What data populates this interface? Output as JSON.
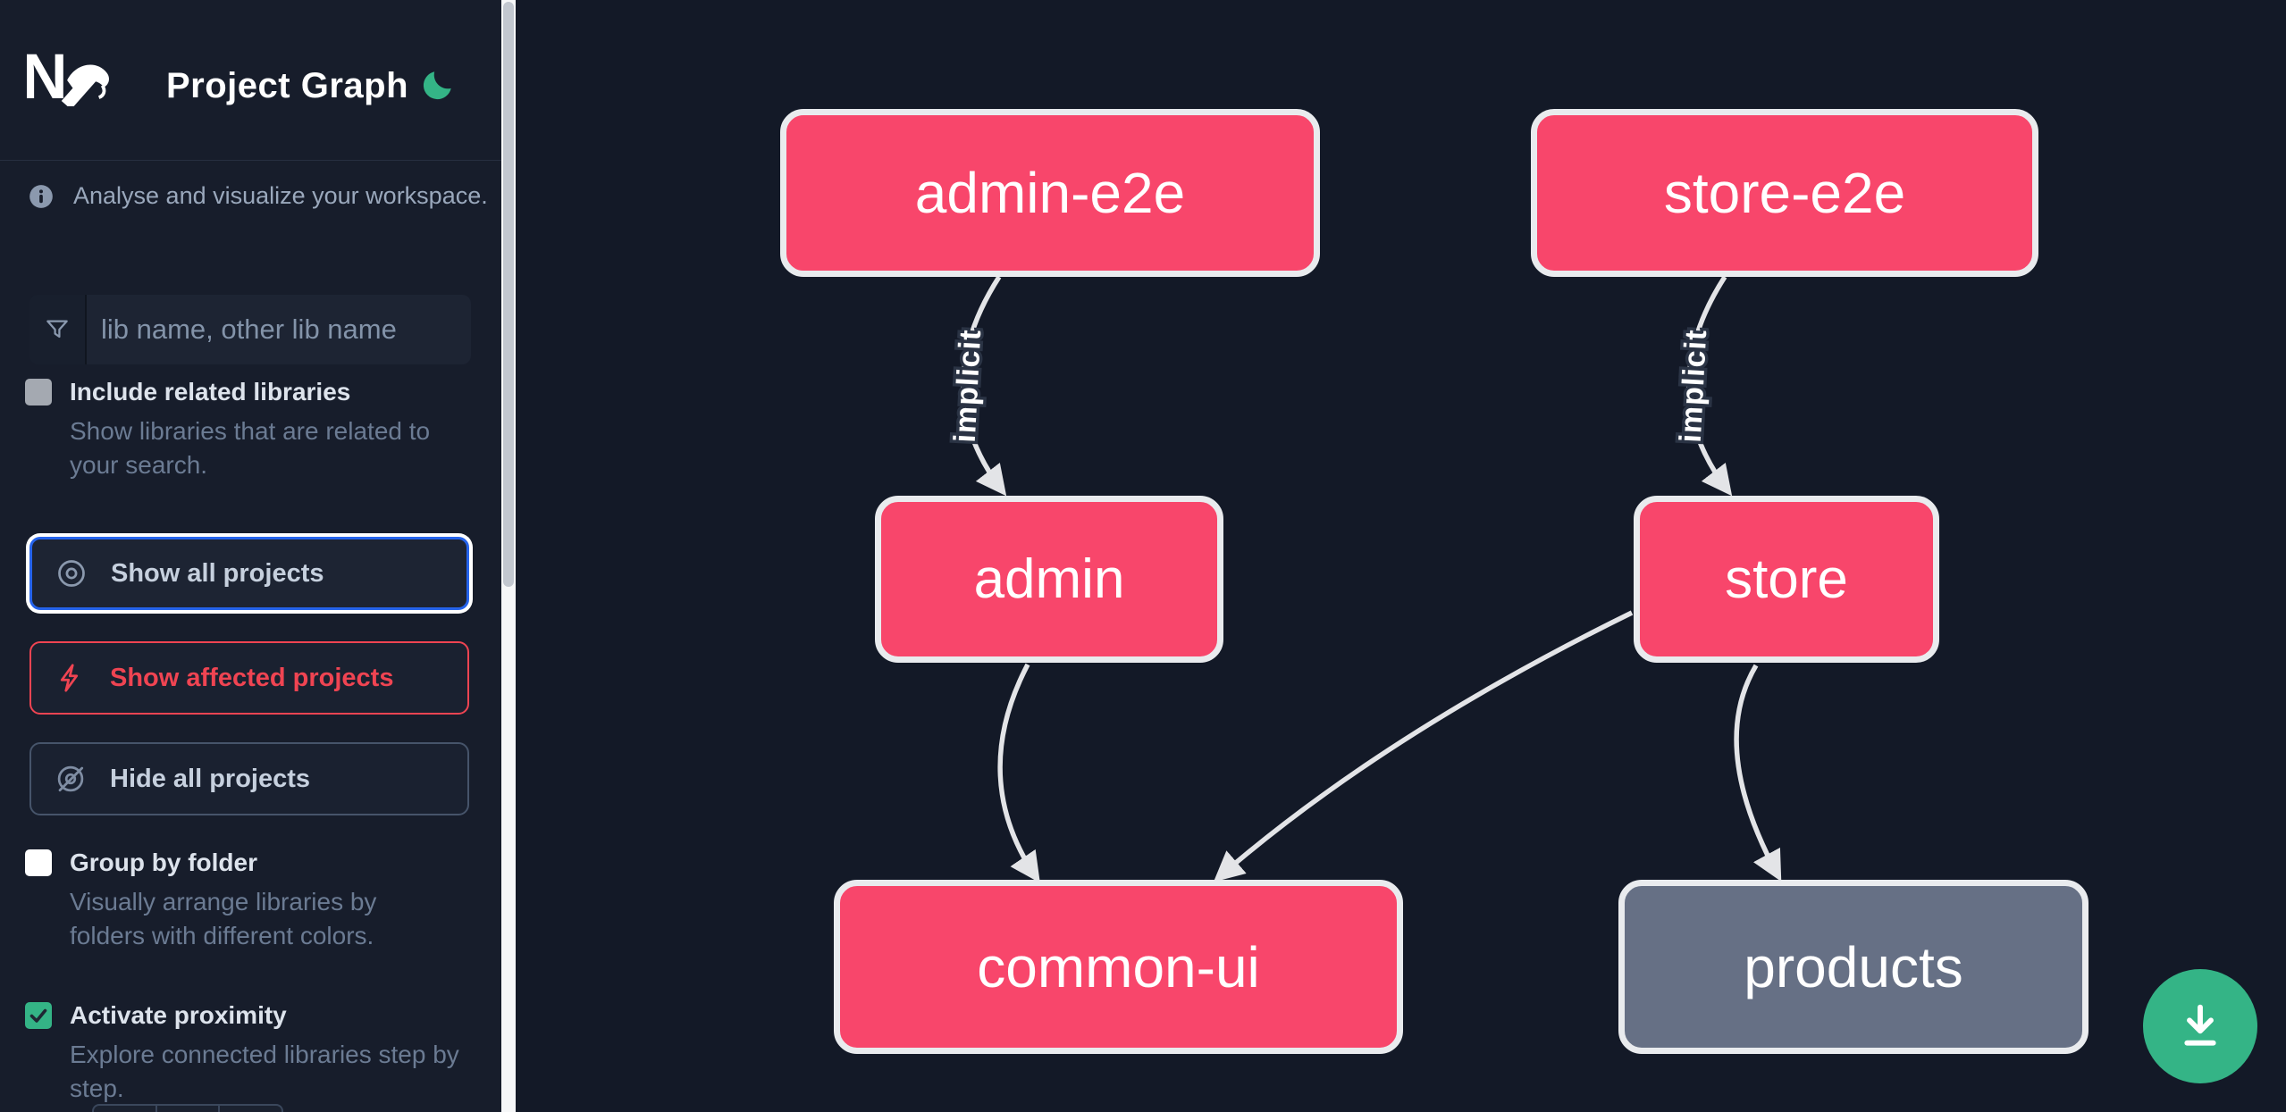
{
  "colors": {
    "sidebar_bg": "#171d2b",
    "canvas_bg": "#131927",
    "accent_blue": "#2563eb",
    "accent_red": "#ef4452",
    "accent_green": "#34b486",
    "node_pink": "#f8466b",
    "node_gray": "#667085",
    "edge": "#e3e4e7"
  },
  "header": {
    "logo_icon": "nx-logo",
    "title": "Project Graph",
    "theme_icon": "moon-icon"
  },
  "sidebar": {
    "info": {
      "icon": "info-icon",
      "text": "Analyse and visualize your workspace."
    },
    "search": {
      "icon": "filter-funnel-icon",
      "placeholder": "lib name, other lib name",
      "value": ""
    },
    "toggles": [
      {
        "label": "Include related libraries",
        "description": "Show libraries that are related to your search.",
        "checked": false
      },
      {
        "label": "Group by folder",
        "description": "Visually arrange libraries by folders with different colors.",
        "checked": false
      },
      {
        "label": "Activate proximity",
        "description": "Explore connected libraries step by step.",
        "checked": true
      }
    ],
    "buttons": [
      {
        "label": "Show all projects",
        "icon": "eye-icon",
        "state": "focused"
      },
      {
        "label": "Show affected projects",
        "icon": "bolt-icon",
        "state": "affected"
      },
      {
        "label": "Hide all projects",
        "icon": "eye-off-icon",
        "state": "default"
      }
    ]
  },
  "graph": {
    "nodes": [
      {
        "label": "admin-e2e",
        "color": "pink"
      },
      {
        "label": "store-e2e",
        "color": "pink"
      },
      {
        "label": "admin",
        "color": "pink"
      },
      {
        "label": "store",
        "color": "pink"
      },
      {
        "label": "common-ui",
        "color": "pink"
      },
      {
        "label": "products",
        "color": "gray"
      }
    ],
    "edges": [
      {
        "source": "admin-e2e",
        "target": "admin",
        "label": "implicit"
      },
      {
        "source": "store-e2e",
        "target": "store",
        "label": "implicit"
      },
      {
        "source": "admin",
        "target": "common-ui",
        "label": ""
      },
      {
        "source": "store",
        "target": "common-ui",
        "label": ""
      },
      {
        "source": "store",
        "target": "products",
        "label": ""
      }
    ]
  },
  "fab": {
    "icon": "download-icon"
  }
}
